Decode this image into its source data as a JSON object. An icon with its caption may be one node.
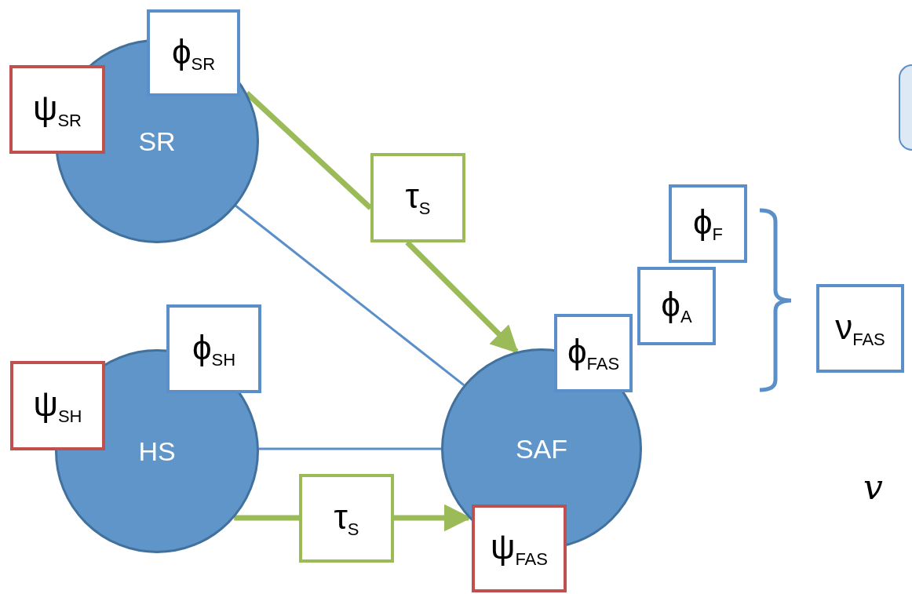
{
  "diagram": {
    "nodes": [
      {
        "text": [
          "SR"
        ]
      },
      {
        "text": [
          "ϕ$_{SR}$"
        ]
      },
      {
        "text": [
          "ψ$_{SR}$"
        ]
      },
      {
        "text": [
          "τ$_{S}$"
        ]
      },
      {
        "text": [
          "HS"
        ]
      },
      {
        "text": [
          "ϕ$_{SH}$"
        ]
      },
      {
        "text": [
          "ψ$_{SH}$"
        ]
      },
      {
        "text": [
          "SAF"
        ]
      },
      {
        "text": [
          "ϕ$_{FAS}$"
        ]
      },
      {
        "text": [
          "ϕ$_{A}$"
        ]
      },
      {
        "text": [
          "ϕ$_{F}$"
        ]
      },
      {
        "text": [
          "τ$_{S}$"
        ]
      },
      {
        "text": [
          "ψ$_{FAS}$"
        ]
      },
      {
        "text": [
          "ν$_{FAS}$"
        ]
      },
      {
        "text": [],
        "shape": "circle"
      }
    ],
    "edges": [
      {
        "from": 0,
        "to": 3,
        "arrow": "none"
      },
      {
        "from": 3,
        "to": 7,
        "arrow": "to"
      },
      {
        "from": 0,
        "to": 7,
        "arrow": "none",
        "color": "#5b8fc9"
      },
      {
        "from": 4,
        "to": 7,
        "arrow": "none",
        "color": "#5b8fc9"
      },
      {
        "from": 4,
        "to": 11,
        "arrow": "none"
      },
      {
        "from": 11,
        "to": 7,
        "arrow": "to"
      }
    ],
    "labels": [
      "v"
    ]
  }
}
